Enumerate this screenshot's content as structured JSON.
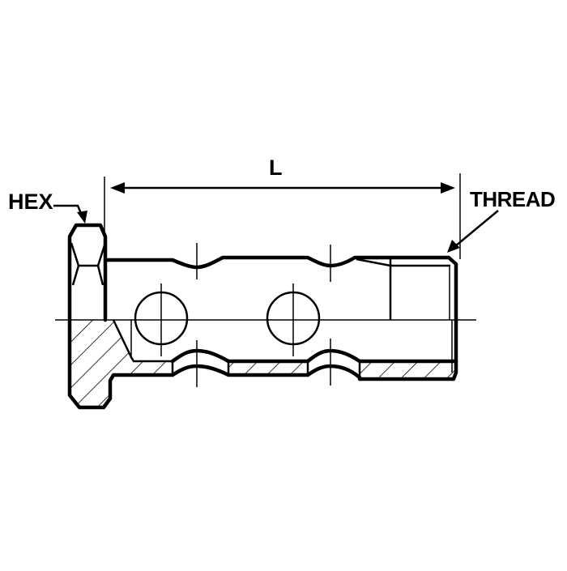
{
  "diagram": {
    "subject": "double banjo bolt, half-section view",
    "labels": {
      "hex": "HEX",
      "length": "L",
      "thread": "THREAD"
    },
    "colors": {
      "line": "#000000",
      "background": "#ffffff"
    },
    "features": [
      "hex head",
      "two cross holes",
      "two annular grooves",
      "threaded end",
      "hatched section",
      "length dimension arrow"
    ]
  }
}
